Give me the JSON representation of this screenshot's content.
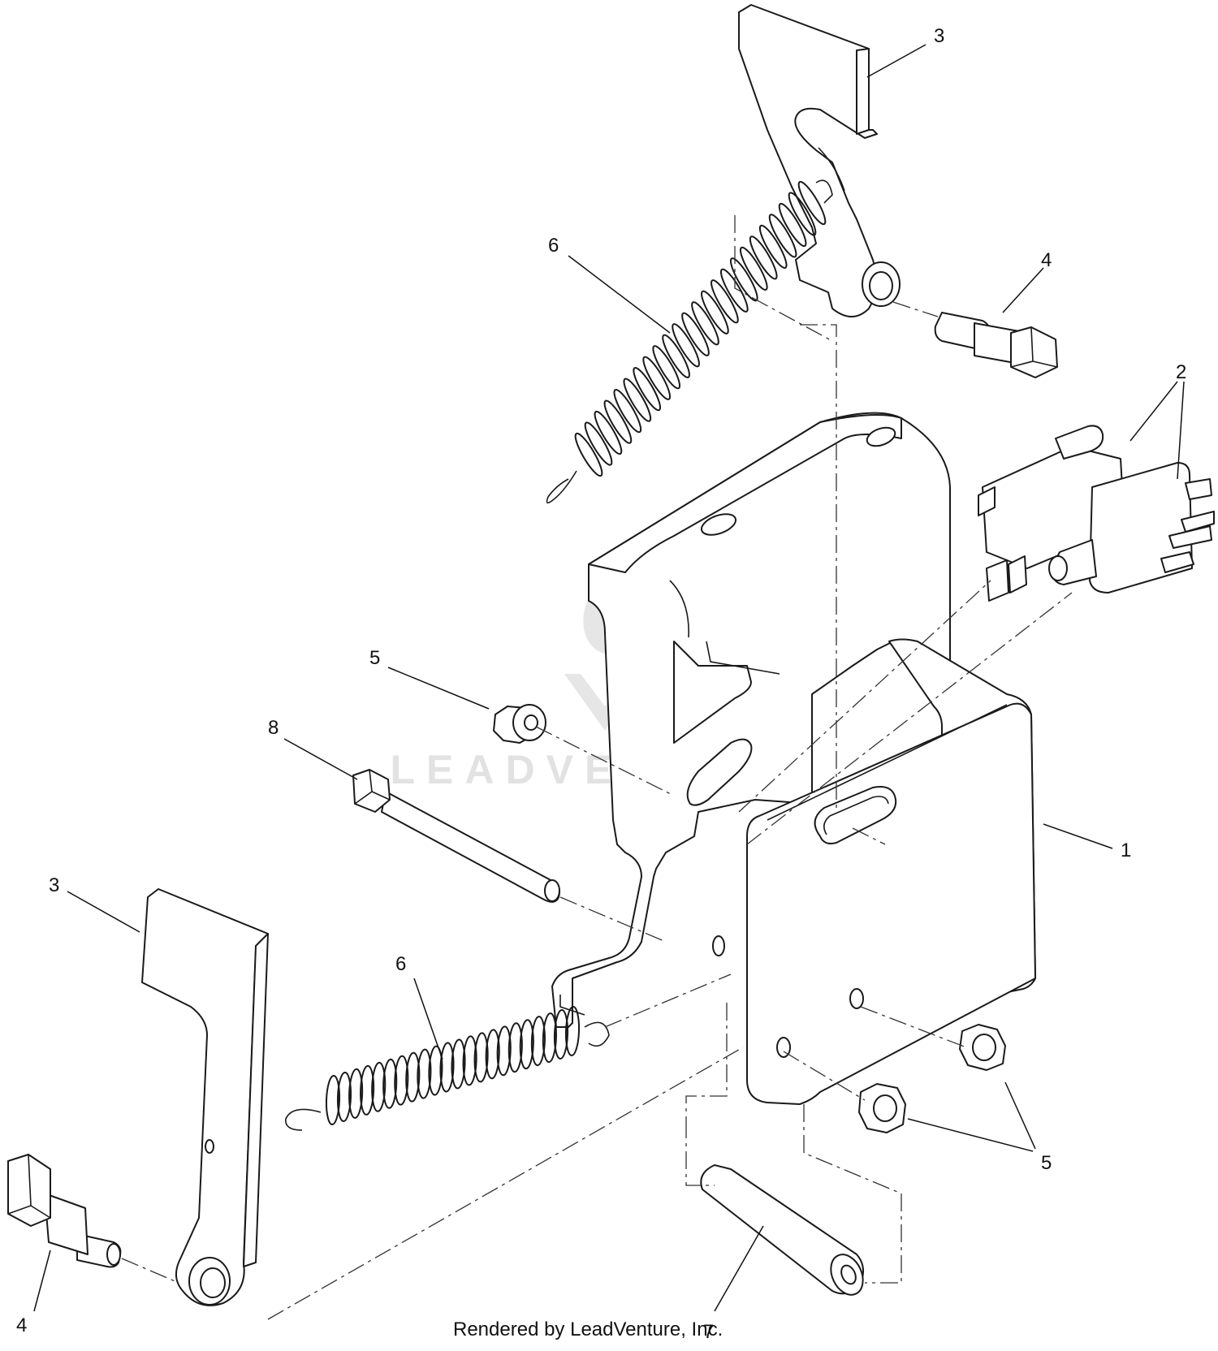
{
  "callouts": {
    "c1": "1",
    "c2": "2",
    "c3_top": "3",
    "c3_bottom": "3",
    "c4_top": "4",
    "c4_bottom": "4",
    "c5_upper": "5",
    "c5_lower": "5",
    "c6_top": "6",
    "c6_bottom": "6",
    "c7": "7",
    "c8": "8"
  },
  "watermark": "LEADVENTURE",
  "credit": "Rendered by LeadVenture, Inc."
}
